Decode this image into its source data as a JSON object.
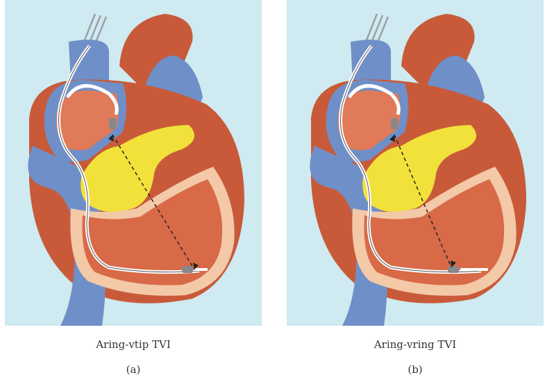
{
  "figure": {
    "panels": [
      {
        "title": "Aring-vtip TVI",
        "label": "(a)"
      },
      {
        "title": "Aring-vring TVI",
        "label": "(b)"
      }
    ]
  },
  "colors": {
    "background": "#cfeaf0",
    "heart": "#c85a3a",
    "heart_light": "#e07a58",
    "vessel": "#6f8fc8",
    "myocardium": "#f3c9a8",
    "fat": "#f2e13a",
    "lead": "#ffffff",
    "measure_line": "#222222"
  }
}
